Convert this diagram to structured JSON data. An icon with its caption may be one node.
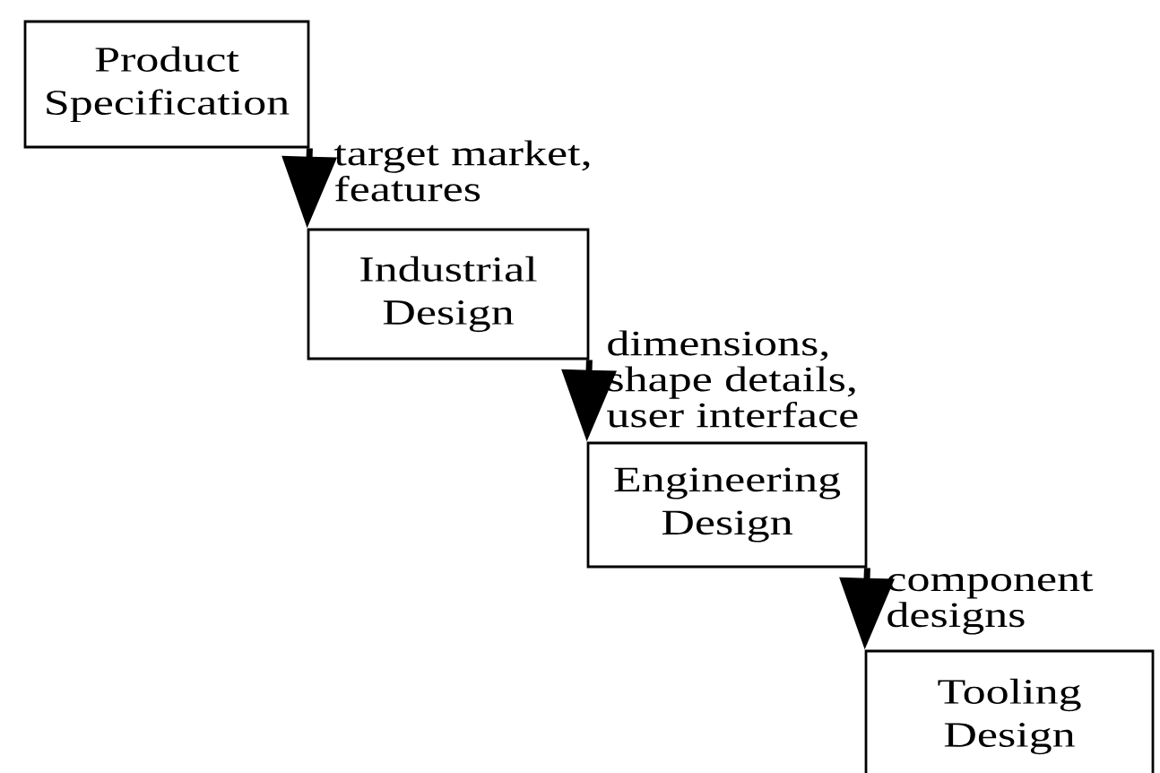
{
  "diagram": {
    "nodes": [
      {
        "text": [
          "Product Specification"
        ]
      },
      {
        "text": [
          "Industrial Design"
        ]
      },
      {
        "text": [
          "Engineering Design"
        ]
      },
      {
        "text": [
          "Tooling Design"
        ]
      }
    ],
    "edges": [
      {
        "from": 0,
        "to": 1,
        "arrow": "to",
        "label": "target market, features"
      },
      {
        "from": 1,
        "to": 2,
        "arrow": "to",
        "label": "dimensions, shape details, user interface"
      },
      {
        "from": 2,
        "to": 3,
        "arrow": "to",
        "label": "component designs"
      }
    ]
  }
}
